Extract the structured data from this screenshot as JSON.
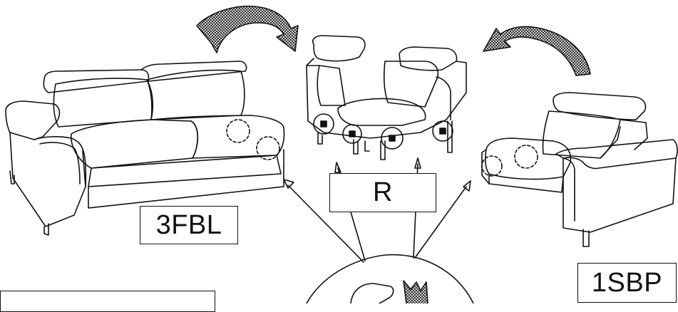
{
  "labels": {
    "sofa_3fbl": "3FBL",
    "corner_r": "R",
    "armchair_1sbp": "1SBP"
  }
}
